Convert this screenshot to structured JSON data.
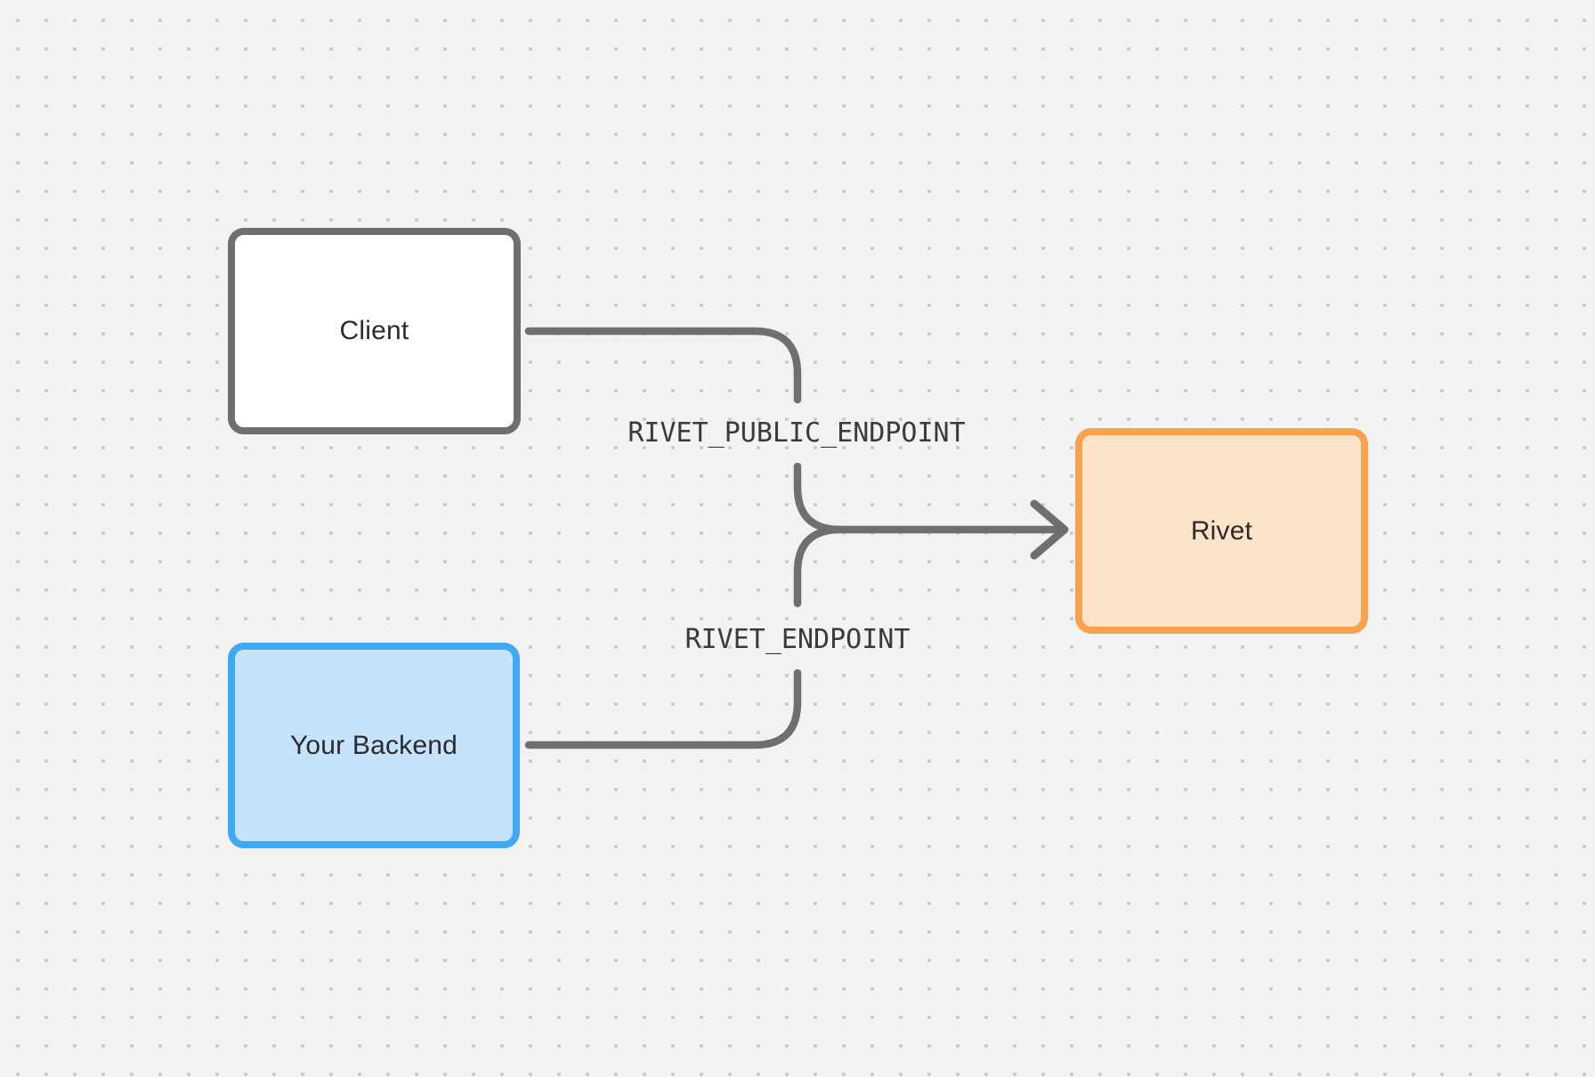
{
  "diagram": {
    "nodes": {
      "client": {
        "label": "Client"
      },
      "backend": {
        "label": "Your Backend"
      },
      "rivet": {
        "label": "Rivet"
      }
    },
    "edge_labels": {
      "public_endpoint": "RIVET_PUBLIC_ENDPOINT",
      "endpoint": "RIVET_ENDPOINT"
    }
  },
  "colors": {
    "canvas-bg": "#f2f2f3",
    "dot": "#c6c6c8",
    "edge": "#6f6f6f",
    "node-text": "#2b2b2e",
    "edge-label-text": "#3a3a3c",
    "client-fill": "#ffffff",
    "client-border": "#6f6f6f",
    "backend-fill": "#c5e3fb",
    "backend-border": "#3fa9f5",
    "rivet-fill": "#fce3c9",
    "rivet-border": "#f9a14e"
  }
}
